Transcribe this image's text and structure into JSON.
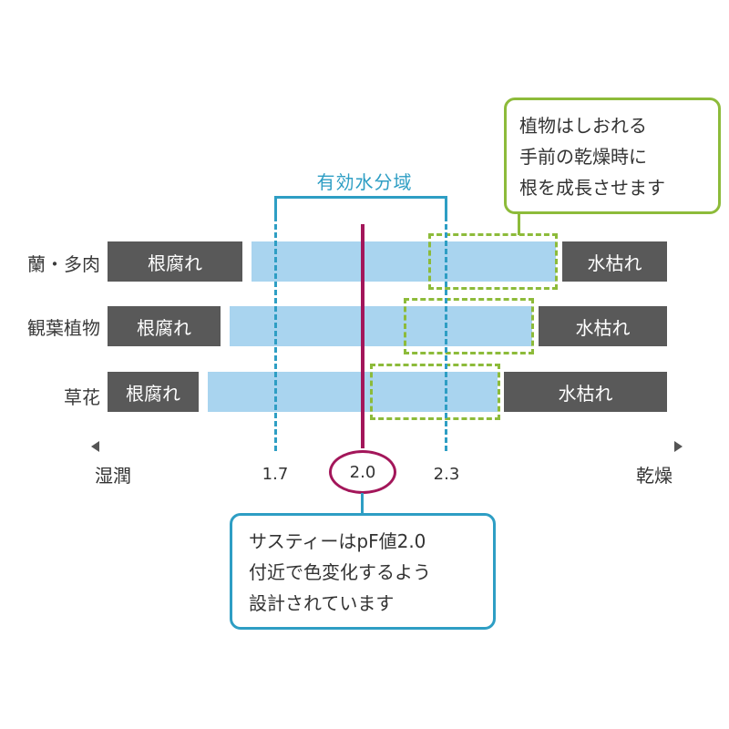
{
  "diagram": {
    "effective_zone_label": "有効水分域",
    "colors": {
      "gray": "#595959",
      "blue": "#a9d4ef",
      "green": "#8dbb3a",
      "teal": "#2e9ec4",
      "magenta": "#a3165a"
    },
    "rows": [
      {
        "label": "蘭・多肉",
        "left_box": "根腐れ",
        "right_box": "水枯れ"
      },
      {
        "label": "観葉植物",
        "left_box": "根腐れ",
        "right_box": "水枯れ"
      },
      {
        "label": "草花",
        "left_box": "根腐れ",
        "right_box": "水枯れ"
      }
    ],
    "axis": {
      "left_label": "湿潤",
      "right_label": "乾燥",
      "ticks": [
        "1.7",
        "2.0",
        "2.3"
      ]
    },
    "green_callout": {
      "lines": [
        "植物はしおれる",
        "手前の乾燥時に",
        "根を成長させます"
      ]
    },
    "blue_callout": {
      "lines": [
        "サスティーはpF値2.0",
        "付近で色変化するよう",
        "設計されています"
      ]
    }
  }
}
